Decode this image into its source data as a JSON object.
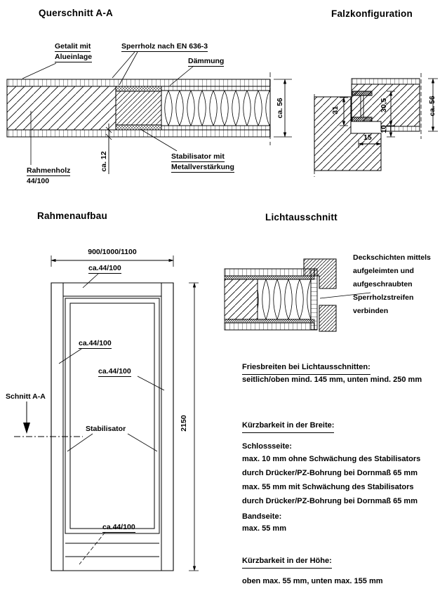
{
  "colors": {
    "ink": "#000000",
    "paper": "#ffffff"
  },
  "querschnitt": {
    "title": "Querschnitt A-A",
    "label_deck_line1": "Getalit mit",
    "label_deck_line2": "Alueinlage",
    "label_sperrholz": "Sperrholz nach EN 636-3",
    "label_daemmung": "Dämmung",
    "label_stab_line1": "Stabilisator mit",
    "label_stab_line2": "Metallverstärkung",
    "label_rahmenholz_line1": "Rahmenholz",
    "label_rahmenholz_line2": "44/100",
    "dim_total": "ca. 56",
    "dim_deck": "ca. 12"
  },
  "falz": {
    "title": "Falzkonfiguration",
    "dim_upstand": "31",
    "dim_profile": "30,5",
    "dim_gap": "10",
    "dim_rebate_width": "15",
    "dim_total": "ca. 56"
  },
  "rahmen": {
    "title": "Rahmenaufbau",
    "dim_width": "900/1000/1100",
    "dim_height": "2150",
    "label_top": "ca.44/100",
    "label_left": "ca.44/100",
    "label_right": "ca.44/100",
    "label_bottom": "ca.44/100",
    "label_stab": "Stabilisator",
    "label_schnitt": "Schnitt A-A"
  },
  "licht": {
    "title": "Lichtausschnitt",
    "note_lines": [
      "Deckschichten mittels",
      "aufgeleimten und",
      "aufgeschraubten",
      "Sperrholzstreifen",
      "verbinden"
    ],
    "fries_heading": "Friesbreiten bei Lichtausschnitten:",
    "fries_text": "seitlich/oben mind. 145 mm, unten mind. 250 mm",
    "breite_heading": "Kürzbarkeit in der Breite:",
    "schloss_heading": "Schlossseite:",
    "schloss_lines": [
      "max. 10 mm ohne Schwächung des Stabilisators",
      "durch Drücker/PZ-Bohrung bei Dornmaß 65 mm",
      "max. 55 mm mit Schwächung des Stabilisators",
      "durch Drücker/PZ-Bohrung bei Dornmaß 65 mm"
    ],
    "band_heading": "Bandseite:",
    "band_text": "max. 55 mm",
    "hoehe_heading": "Kürzbarkeit in der Höhe:",
    "hoehe_text": "oben max. 55 mm, unten max. 155 mm"
  }
}
